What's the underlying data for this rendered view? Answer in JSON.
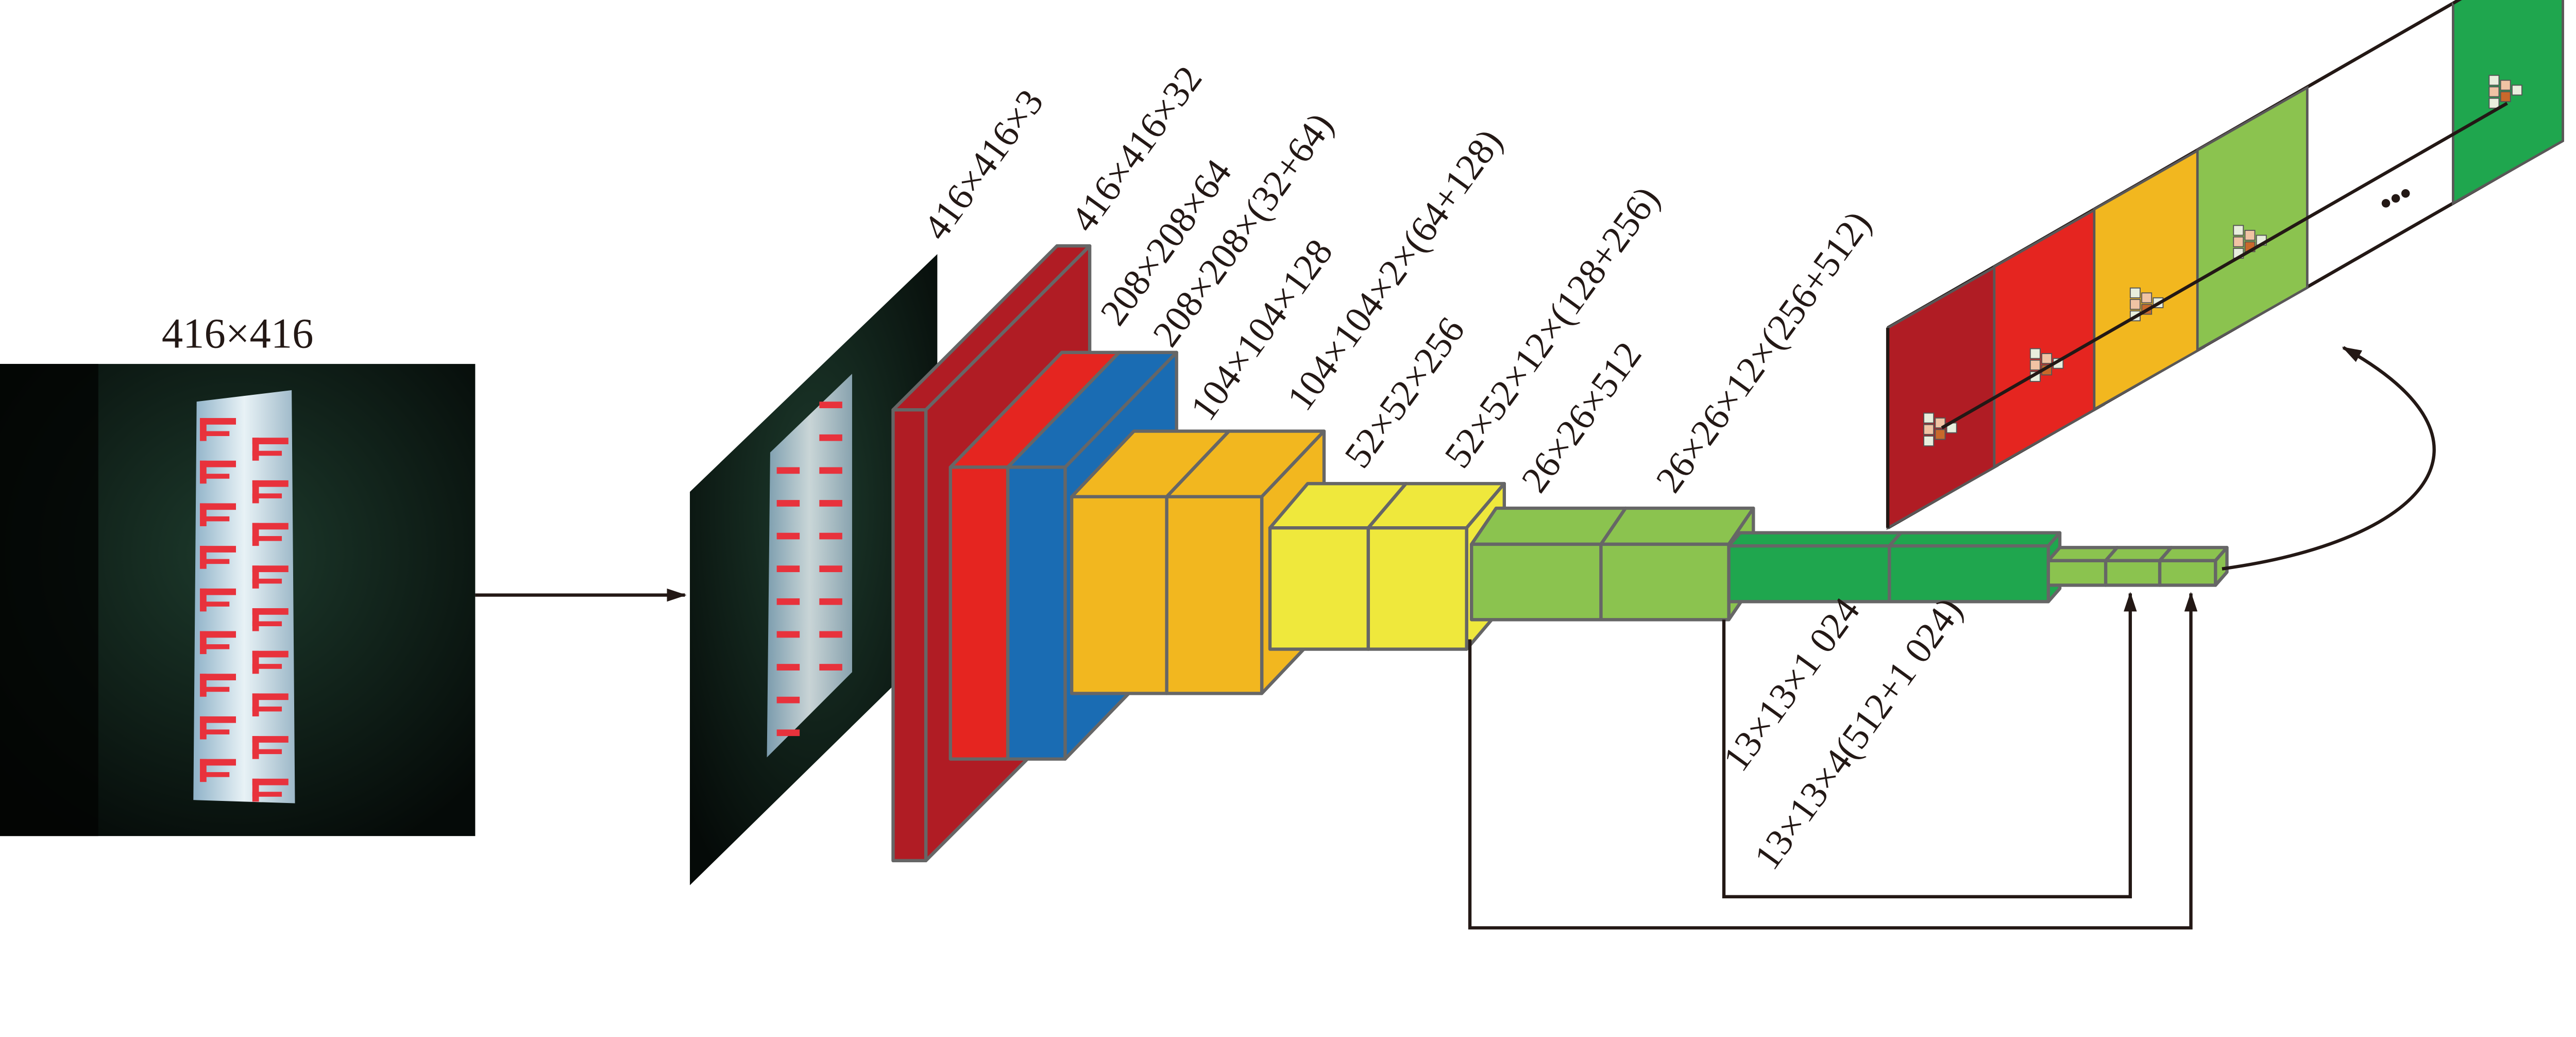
{
  "input": {
    "label": "416×416"
  },
  "layers": [
    "416×416×3",
    "416×416×32",
    "208×208×64",
    "208×208×(32+64)",
    "104×104×128",
    "104×104×2×(64+128)",
    "52×52×256",
    "52×52×12×(128+256)",
    "26×26×512",
    "26×26×12×(256+512)",
    "13×13×1 024",
    "13×13×4(512+1 024)"
  ],
  "colors": {
    "dark_red": "#b01c24",
    "red": "#e52520",
    "blue": "#1a6cb3",
    "orange": "#f2b71f",
    "yellow": "#efe83c",
    "light_green": "#8bc34f",
    "dark_green": "#1fa64e"
  }
}
